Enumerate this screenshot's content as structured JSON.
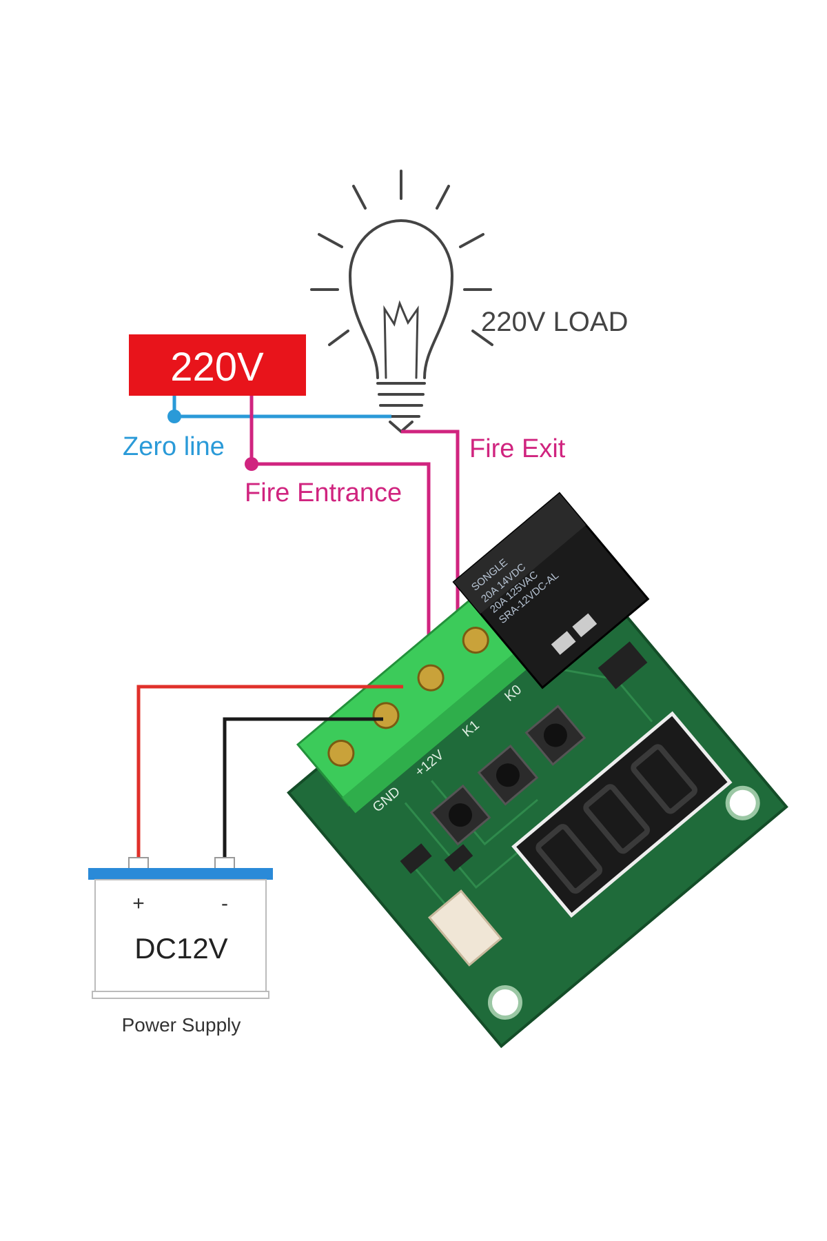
{
  "source": {
    "label": "220V",
    "color": "#e8141b"
  },
  "load": {
    "label": "220V LOAD"
  },
  "wires": {
    "zero_line": {
      "label": "Zero line",
      "color": "#2a9ad8"
    },
    "fire_entrance": {
      "label": "Fire Entrance",
      "color": "#d0247f"
    },
    "fire_exit": {
      "label": "Fire Exit",
      "color": "#d0247f"
    },
    "positive_color": "#e0302a",
    "negative_color": "#1a1a1a"
  },
  "power_supply": {
    "plus": "+",
    "minus": "-",
    "label": "DC12V",
    "caption": "Power Supply",
    "bar_color": "#2a8ad8"
  },
  "board": {
    "terminal_labels": [
      "K0",
      "K1",
      "+12V",
      "GND"
    ],
    "relay": {
      "brand": "SONGLE",
      "line1": "20A 14VDC",
      "line2": "20A 125VAC",
      "model": "SRA-12VDC-AL"
    },
    "pcb_color": "#1f6b3a",
    "terminal_color": "#3ccb5a"
  }
}
